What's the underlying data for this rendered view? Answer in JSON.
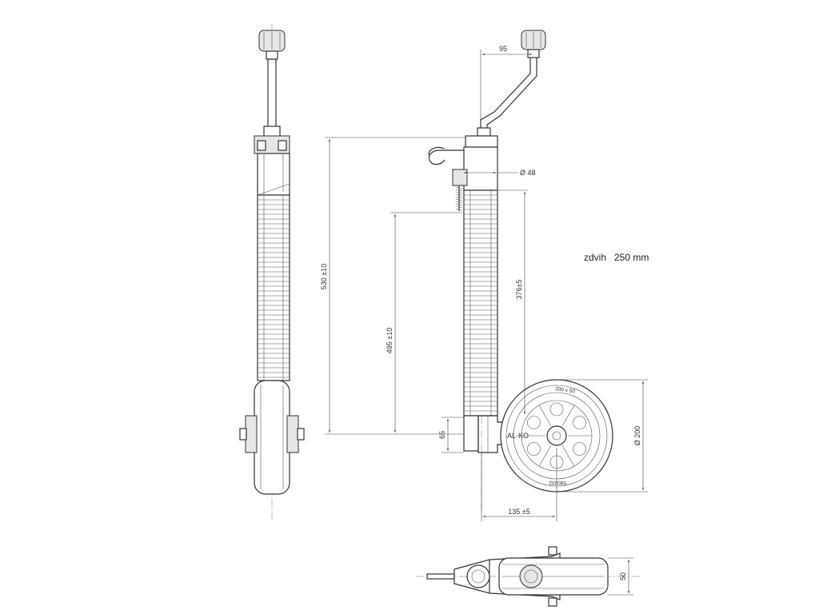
{
  "dimensions": {
    "offset_top": "95",
    "tube_diameter": "Ø 48",
    "height_total": "530 ±10",
    "height_lower": "495 ±10",
    "height_stroke": "376±5",
    "hub_height": "65",
    "wheel_diameter": "Ø 200",
    "wheel_offset": "135 ±5",
    "wheel_width": "50"
  },
  "lift_note": {
    "label": "zdvih",
    "value": "250 mm"
  },
  "wheel_marks": {
    "brand": "AL-KO",
    "tire_size": "200 x 50",
    "part_code": "580202"
  }
}
